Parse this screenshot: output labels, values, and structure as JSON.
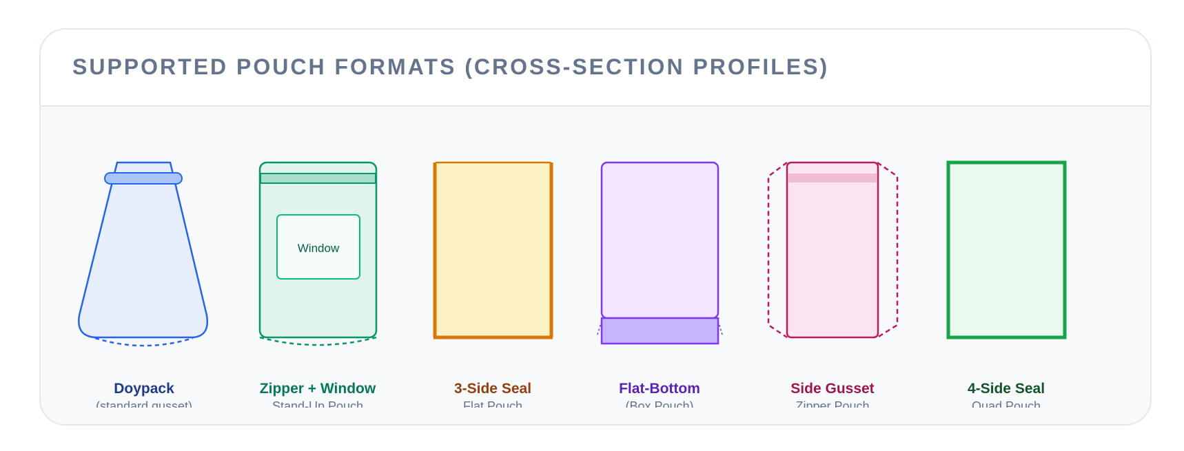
{
  "header": {
    "title": "SUPPORTED POUCH FORMATS (CROSS-SECTION PROFILES)"
  },
  "formats": [
    {
      "name": "Doypack",
      "subtitle": "(standard gusset)",
      "color": "#1e3a8a"
    },
    {
      "name": "Zipper + Window",
      "subtitle": "Stand-Up Pouch",
      "color": "#047857",
      "window_label": "Window"
    },
    {
      "name": "3-Side Seal",
      "subtitle": "Flat Pouch",
      "color": "#92400e"
    },
    {
      "name": "Flat-Bottom",
      "subtitle": "(Box Pouch)",
      "color": "#5b21b6"
    },
    {
      "name": "Side Gusset",
      "subtitle": "Zipper Pouch",
      "color": "#9d174d"
    },
    {
      "name": "4-Side Seal",
      "subtitle": "Quad Pouch",
      "color": "#14532d"
    }
  ]
}
